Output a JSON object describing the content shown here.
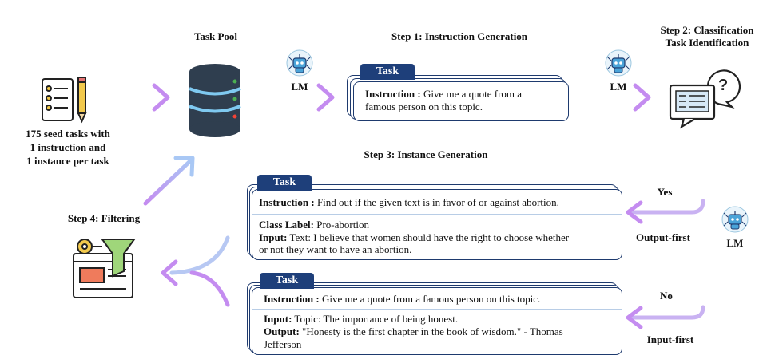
{
  "labels": {
    "task_pool": "Task Pool",
    "step1": "Step 1: Instruction Generation",
    "step2_line1": "Step 2: Classification",
    "step2_line2": "Task Identification",
    "step3": "Step 3: Instance Generation",
    "step4": "Step 4: Filtering",
    "lm": "LM",
    "seed_line1": "175 seed tasks with",
    "seed_line2": "1 instruction and",
    "seed_line3": "1 instance per task",
    "yes": "Yes",
    "no": "No",
    "output_first": "Output-first",
    "input_first": "Input-first"
  },
  "step1_card": {
    "tab": "Task",
    "instruction_label": "Instruction :",
    "instruction_text_1": " Give me a quote from a",
    "instruction_text_2": "famous person on this topic."
  },
  "output_first_card": {
    "tab": "Task",
    "instruction_label": "Instruction :",
    "instruction_text": " Find out if the given text is in favor of or against abortion.",
    "class_label": "Class Label:",
    "class_value": " Pro-abortion",
    "input_label": "Input:",
    "input_text_1": " Text: I believe that women should have the right to choose whether",
    "input_text_2": "or not they want to have an abortion."
  },
  "input_first_card": {
    "tab": "Task",
    "instruction_label": "Instruction :",
    "instruction_text": " Give me a quote from a famous person on this topic.",
    "input_label": "Input:",
    "input_text": " Topic: The importance of being honest.",
    "output_label": "Output:",
    "output_text_1": " \"Honesty is the first chapter in the book of wisdom.\" - Thomas",
    "output_text_2": "Jefferson"
  },
  "colors": {
    "navy": "#1e3a6e",
    "tab": "#1e3f7a",
    "arrow_start": "#8fb6f0",
    "arrow_end": "#c98ef0",
    "database": "#2f3e4f",
    "database_band": "#7fc9f0"
  }
}
